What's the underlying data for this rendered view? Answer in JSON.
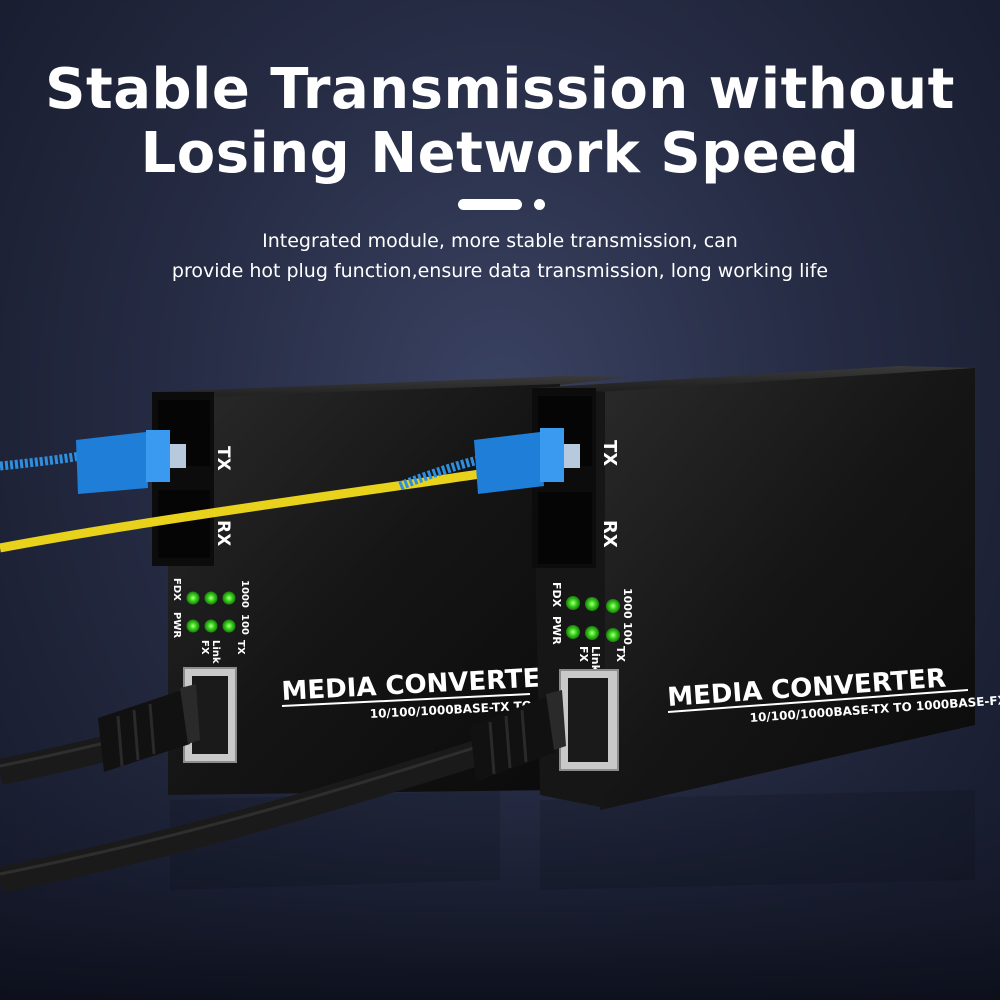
{
  "headline": {
    "line1": "Stable Transmission without",
    "line2": "Losing Network Speed"
  },
  "subtitle": {
    "line1": "Integrated module, more stable transmission, can",
    "line2": "provide hot plug function,ensure data transmission, long working life"
  },
  "device_left": {
    "brand_label": "MEDIA CONVERTER",
    "spec_label": "10/100/1000BASE-TX TO",
    "port_tx": "TX",
    "port_rx": "RX",
    "led_labels": {
      "fdx": "FDX",
      "pwr": "PWR",
      "fx": "FX",
      "link_act": "Link Act",
      "tx": "TX",
      "speed_1000": "1000",
      "speed_100": "100"
    }
  },
  "device_right": {
    "brand_label": "MEDIA CONVERTER",
    "spec_label": "10/100/1000BASE-TX TO 1000BASE-FX",
    "port_tx": "TX",
    "port_rx": "RX",
    "led_labels": {
      "fdx": "FDX",
      "pwr": "PWR",
      "fx": "FX",
      "link_act": "Link Act",
      "tx": "TX",
      "speed_1000": "1000",
      "speed_100": "100"
    }
  },
  "colors": {
    "background": "#262c44",
    "device_body": "#141414",
    "led_green": "#35d21a",
    "fiber_yellow": "#e8d21c",
    "fiber_blue": "#2e8fe0",
    "connector_blue": "#1f7fd8",
    "cable_black": "#1a1a1a"
  }
}
